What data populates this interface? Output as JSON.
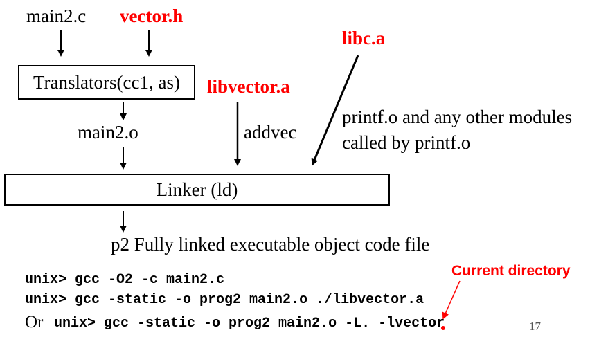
{
  "inputs": {
    "main_c": "main2.c",
    "vector_h": "vector.h",
    "libc": "libc.a",
    "libvector": "libvector.a"
  },
  "translators": {
    "label": "Translators(cc1, as)"
  },
  "main_o": "main2.o",
  "addvec": "addvec",
  "printf_note": {
    "line1": "printf.o and any other modules",
    "line2": "called by printf.o"
  },
  "linker": {
    "label": "Linker (ld)"
  },
  "output": "p2  Fully linked executable object code file",
  "commands": {
    "cmd1": "unix> gcc -O2 -c main2.c",
    "cmd2": "unix> gcc -static -o prog2 main2.o ./libvector.a",
    "or_prefix": "Or",
    "cmd3": "unix> gcc -static -o prog2 main2.o -L. -lvector"
  },
  "annotation": "Current directory",
  "page_number": "17",
  "colors": {
    "highlight": "#ff0000",
    "text": "#000000"
  }
}
